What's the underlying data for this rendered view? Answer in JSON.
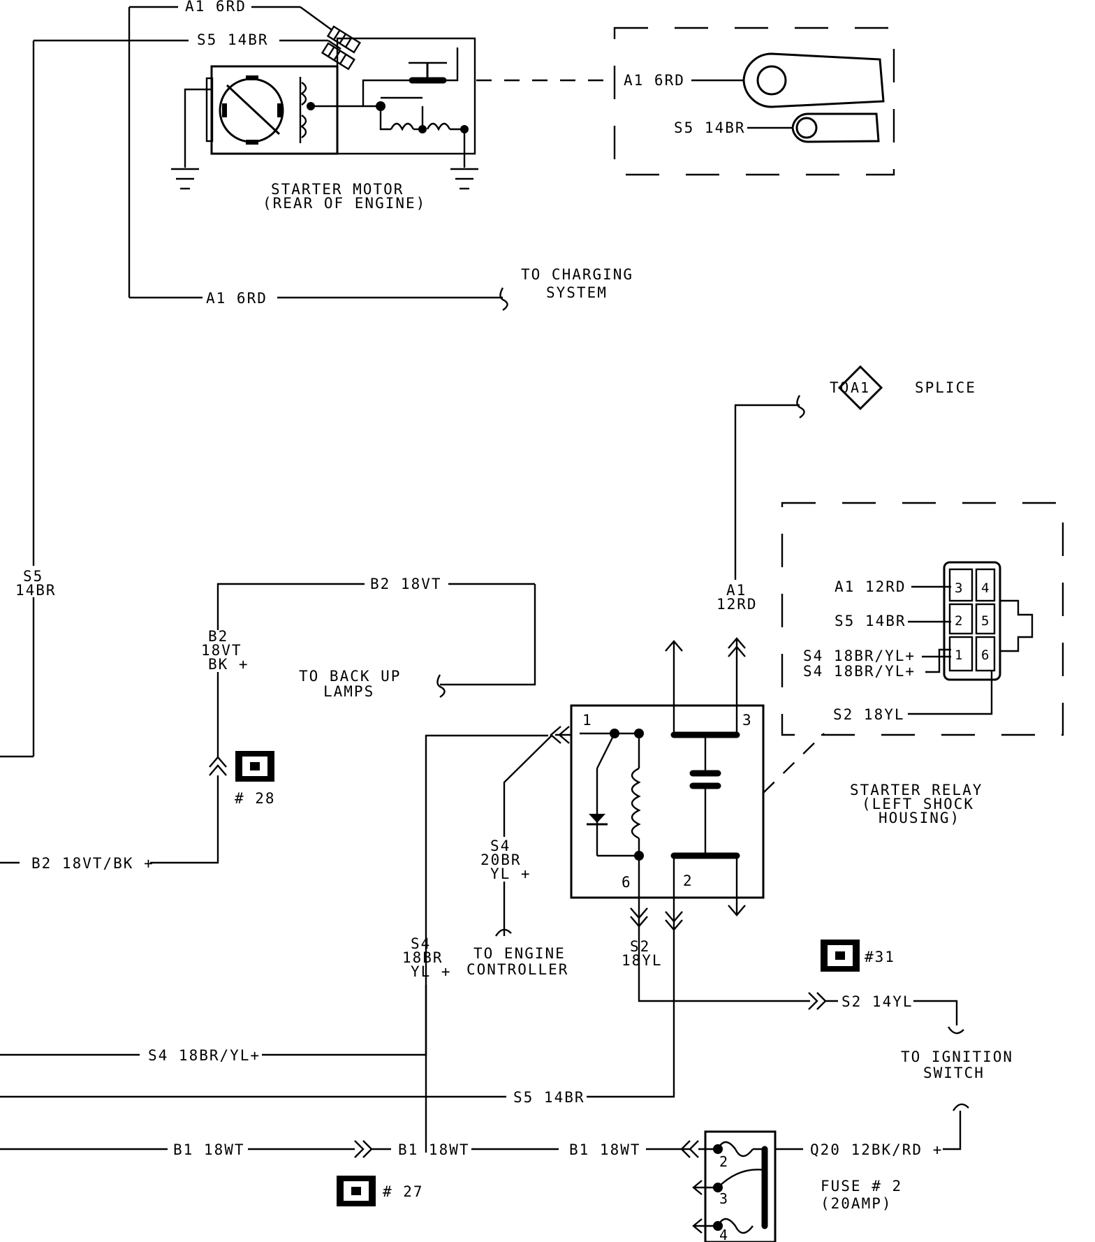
{
  "starter_motor": {
    "label_line1": "STARTER MOTOR",
    "label_line2": "(REAR OF ENGINE)",
    "wire_a1_top": "A1 6RD",
    "wire_s5_top": "S5 14BR"
  },
  "starter_terminal_detail": {
    "a1": "A1 6RD",
    "s5": "S5 14BR"
  },
  "charging": {
    "wire": "A1 6RD",
    "dest_line1": "TO CHARGING",
    "dest_line2": "SYSTEM"
  },
  "splice": {
    "prefix": "TO",
    "code": "A1",
    "suffix": "SPLICE"
  },
  "left_s5": {
    "line1": "S5",
    "line2": "14BR"
  },
  "backup": {
    "top_wire": "B2 18VT",
    "vert_line1": "B2",
    "vert_line2": "18VT",
    "vert_line3": "BK +",
    "dest_line1": "TO BACK UP",
    "dest_line2": "LAMPS",
    "bottom_wire": "B2 18VT/BK +"
  },
  "connectors": {
    "c28": "# 28",
    "c31": "#31",
    "c27": "# 27"
  },
  "relay": {
    "label_line1": "STARTER RELAY",
    "label_line2": "(LEFT SHOCK",
    "label_line3": "HOUSING)",
    "pin1": "1",
    "pin3": "3",
    "pin6": "6",
    "pin2": "2",
    "a1_line1": "A1",
    "a1_line2": "12RD",
    "s2_line1": "S2",
    "s2_line2": "18YL"
  },
  "relay_connector": {
    "a1": "A1 12RD",
    "s5": "S5 14BR",
    "s4a": "S4 18BR/YL+",
    "s4b": "S4 18BR/YL+",
    "s2": "S2 18YL",
    "pins": [
      "3",
      "4",
      "2",
      "5",
      "1",
      "6"
    ]
  },
  "engine_controller": {
    "wire_line1": "S4",
    "wire_line2": "20BR",
    "wire_line3": "YL +",
    "dest_line1": "TO ENGINE",
    "dest_line2": "CONTROLLER"
  },
  "s4_vert": {
    "line1": "S4",
    "line2": "18BR",
    "line3": "YL +"
  },
  "s4_bottom": "S4 18BR/YL+",
  "s5_bottom": "S5 14BR",
  "ignition": {
    "wire": "S2 14YL",
    "dest_line1": "TO IGNITION",
    "dest_line2": "SWITCH"
  },
  "b1": {
    "w1": "B1 18WT",
    "w2": "B1 18WT",
    "w3": "B1 18WT"
  },
  "fuse": {
    "label_line1": "FUSE # 2",
    "label_line2": "(20AMP)",
    "feed": "Q20 12BK/RD +",
    "pin2": "2",
    "pin3": "3",
    "pin4": "4"
  }
}
